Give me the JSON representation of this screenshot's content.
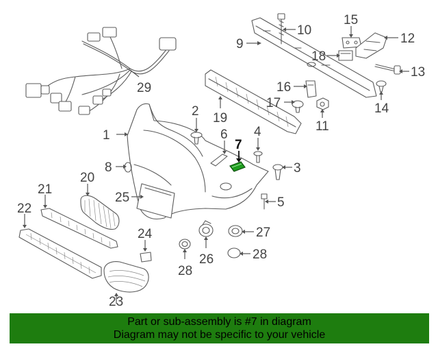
{
  "callouts": [
    {
      "id": "1",
      "label": "1"
    },
    {
      "id": "2",
      "label": "2"
    },
    {
      "id": "3",
      "label": "3"
    },
    {
      "id": "4",
      "label": "4"
    },
    {
      "id": "5",
      "label": "5"
    },
    {
      "id": "6",
      "label": "6"
    },
    {
      "id": "7",
      "label": "7",
      "highlighted": true
    },
    {
      "id": "8",
      "label": "8"
    },
    {
      "id": "9",
      "label": "9"
    },
    {
      "id": "10",
      "label": "10"
    },
    {
      "id": "11",
      "label": "11"
    },
    {
      "id": "12",
      "label": "12"
    },
    {
      "id": "13",
      "label": "13"
    },
    {
      "id": "14",
      "label": "14"
    },
    {
      "id": "15",
      "label": "15"
    },
    {
      "id": "16",
      "label": "16"
    },
    {
      "id": "17",
      "label": "17"
    },
    {
      "id": "18",
      "label": "18"
    },
    {
      "id": "19",
      "label": "19"
    },
    {
      "id": "20",
      "label": "20"
    },
    {
      "id": "21",
      "label": "21"
    },
    {
      "id": "22",
      "label": "22"
    },
    {
      "id": "23",
      "label": "23"
    },
    {
      "id": "24",
      "label": "24"
    },
    {
      "id": "25",
      "label": "25"
    },
    {
      "id": "26",
      "label": "26"
    },
    {
      "id": "27",
      "label": "27"
    },
    {
      "id": "28a",
      "label": "28"
    },
    {
      "id": "28b",
      "label": "28"
    },
    {
      "id": "29",
      "label": "29"
    }
  ],
  "highlight_color": "#1e9e1e",
  "banner": {
    "line1": "Part or sub-assembly is #7 in diagram",
    "line2": "Diagram may not be specific to your vehicle",
    "background": "#1e7d0f"
  }
}
